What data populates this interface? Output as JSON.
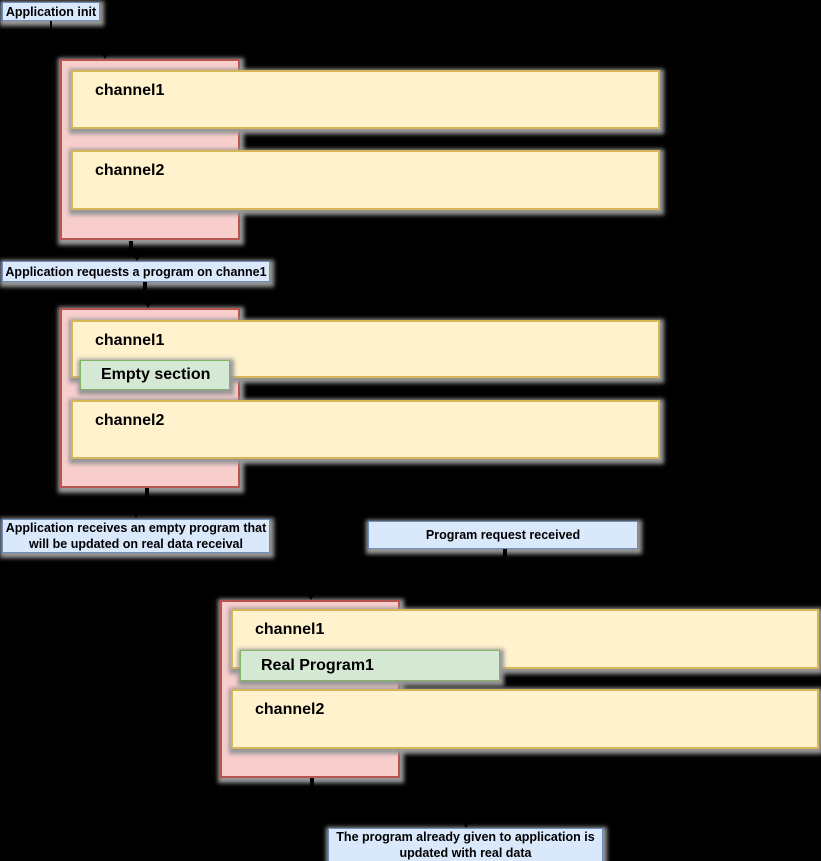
{
  "diagram": {
    "background": "#000000",
    "palette": {
      "label_fill": "#dae8fc",
      "label_border": "#6c8ebf",
      "container_fill": "#f8cecc",
      "container_border": "#b85450",
      "channel_fill": "#fff2cc",
      "channel_border": "#d6b656",
      "section_fill": "#d5e8d4",
      "section_border": "#82b366",
      "shadow": "#979797",
      "text": "#000000",
      "arrow": "#000000"
    },
    "app_init": "Application init",
    "edge_labels": {
      "request": "Application requests a program on channe1",
      "receive_empty": "Application receives an empty program that will be updated on real data receival",
      "request_received": "Program request received",
      "updated": "The program already given to application is updated with real data"
    },
    "states": [
      {
        "channel1": "channel1",
        "channel2": "channel2"
      },
      {
        "channel1": "channel1",
        "channel2": "channel2",
        "section": "Empty section"
      },
      {
        "channel1": "channel1",
        "channel2": "channel2",
        "section": "Real Program1"
      }
    ]
  }
}
